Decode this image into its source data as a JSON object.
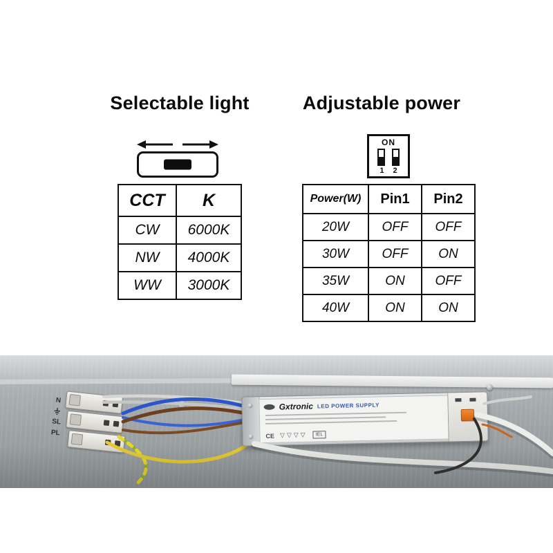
{
  "left_section": {
    "title": "Selectable light",
    "table": {
      "headers": [
        "CCT",
        "K"
      ],
      "rows": [
        [
          "CW",
          "6000K"
        ],
        [
          "NW",
          "4000K"
        ],
        [
          "WW",
          "3000K"
        ]
      ]
    }
  },
  "right_section": {
    "title": "Adjustable power",
    "dip_switch": {
      "on_label": "ON",
      "pin_numbers": [
        "1",
        "2"
      ]
    },
    "table": {
      "headers": [
        "Power(W)",
        "Pin1",
        "Pin2"
      ],
      "rows": [
        [
          "20W",
          "OFF",
          "OFF"
        ],
        [
          "30W",
          "OFF",
          "ON"
        ],
        [
          "35W",
          "ON",
          "OFF"
        ],
        [
          "40W",
          "ON",
          "ON"
        ]
      ]
    }
  },
  "photo": {
    "terminal_labels": [
      "N",
      "SL",
      "PL"
    ],
    "driver": {
      "brand": "Gxtronic",
      "title": "LED POWER SUPPLY",
      "ce_mark": "CE",
      "cert_marks": "▽▽▽▽",
      "box_mark": "IEL"
    }
  },
  "colors": {
    "accent_orange": "#e8731a",
    "wire_blue": "#2b55c8",
    "wire_brown": "#6e3f1e",
    "wire_earth_green": "#8fae2c",
    "wire_yellow": "#e3c92f"
  }
}
